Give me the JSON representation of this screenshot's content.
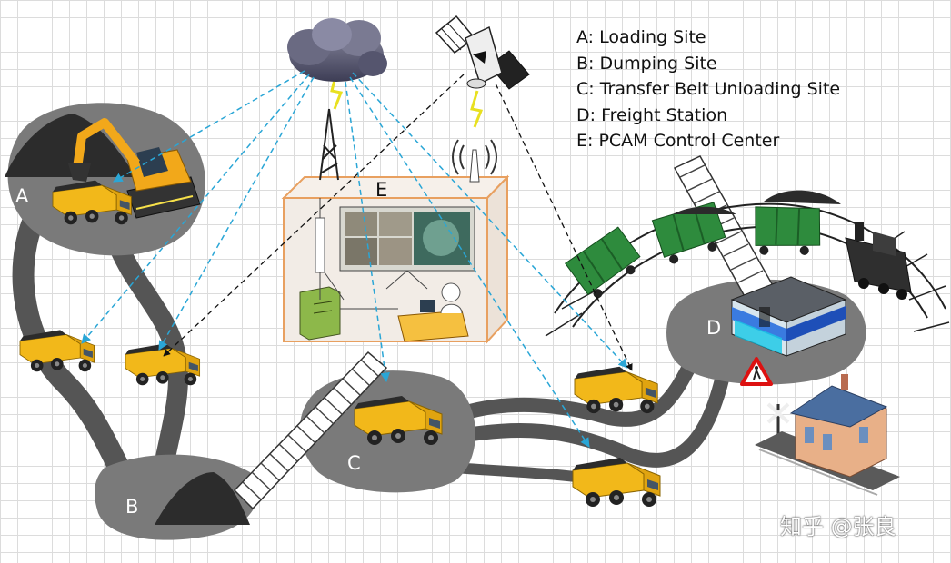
{
  "legend": [
    {
      "key": "A",
      "label": "A: Loading Site"
    },
    {
      "key": "B",
      "label": "B: Dumping Site"
    },
    {
      "key": "C",
      "label": "C: Transfer Belt Unloading Site"
    },
    {
      "key": "D",
      "label": "D: Freight Station"
    },
    {
      "key": "E",
      "label": "E: PCAM Control Center"
    }
  ],
  "sites": {
    "a": "A",
    "b": "B",
    "c": "C",
    "d": "D",
    "e": "E"
  },
  "watermark": "知乎 @张良",
  "colors": {
    "road": "#555555",
    "site_area": "#7a7a7a",
    "truck_yellow": "#f2b81a",
    "wagon_green": "#2e8b3d",
    "wireless_link": "#2aa6d6",
    "satellite_link": "#111111",
    "control_center_fill": "#f2ece6",
    "control_center_border": "#e8a060"
  },
  "icons": [
    "cloud-icon",
    "satellite-icon",
    "radio-tower-icon",
    "cell-antenna-icon",
    "excavator-icon",
    "dump-truck-icon",
    "conveyor-belt-icon",
    "train-icon",
    "station-building-icon",
    "warning-sign-icon",
    "railway-crossing-icon",
    "computer-icon",
    "operator-icon",
    "monitor-screen-icon"
  ]
}
